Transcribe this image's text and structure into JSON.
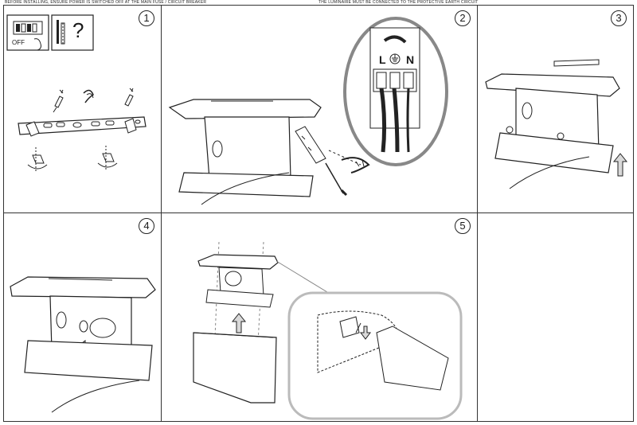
{
  "header": {
    "left_text": "BEFORE INSTALLING, ENSURE POWER IS SWITCHED OFF AT THE MAIN FUSE / CIRCUIT BREAKER",
    "right_text": "THE LUMINAIRE MUST BE CONNECTED TO THE PROTECTIVE EARTH CIRCUIT"
  },
  "steps": [
    {
      "number": "1",
      "off_label": "OFF",
      "question_mark": "?"
    },
    {
      "number": "2",
      "terminal_live": "L",
      "terminal_neutral": "N"
    },
    {
      "number": "3"
    },
    {
      "number": "4"
    },
    {
      "number": "5"
    }
  ],
  "icons": {
    "breaker": "circuit-breaker-icon",
    "tools": "screwdriver-wallplug-icon",
    "earth": "earth-ground-icon",
    "arrow": "arrow-up-icon"
  },
  "colors": {
    "line": "#222222",
    "border": "#333333",
    "fill": "#ffffff",
    "shade": "#d9d9d9"
  }
}
